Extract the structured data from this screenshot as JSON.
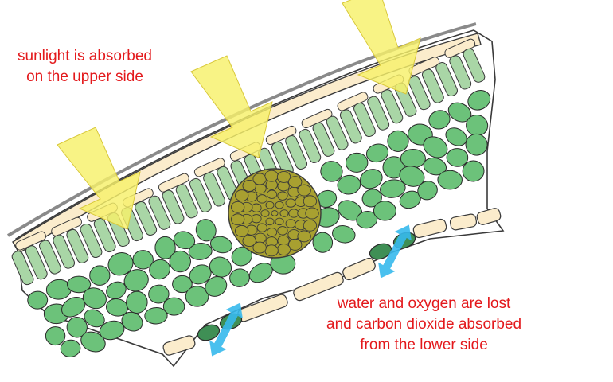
{
  "annotations": {
    "upper_side": {
      "line1": "sunlight is absorbed",
      "line2": "on the upper side"
    },
    "lower_side": {
      "line1": "water  and oxygen are lost",
      "line2": "and carbon dioxide absorbed",
      "line3": "from the lower side"
    }
  },
  "colors": {
    "annotation_text": "#e3191c",
    "cuticle": "#8a8a8a",
    "epidermis_cell": "#fbeccc",
    "palisade_cell": "#a9d6a6",
    "spongy_cell": "#6cc27a",
    "guard_cell": "#3f8f55",
    "vein_cell": "#a8a030",
    "sunlight_arrow": "#f7f06a",
    "gas_arrow": "#36b9ec"
  },
  "icons": {
    "sunlight": "sunlight-arrow-icon",
    "gas_exchange": "double-arrow-icon"
  }
}
